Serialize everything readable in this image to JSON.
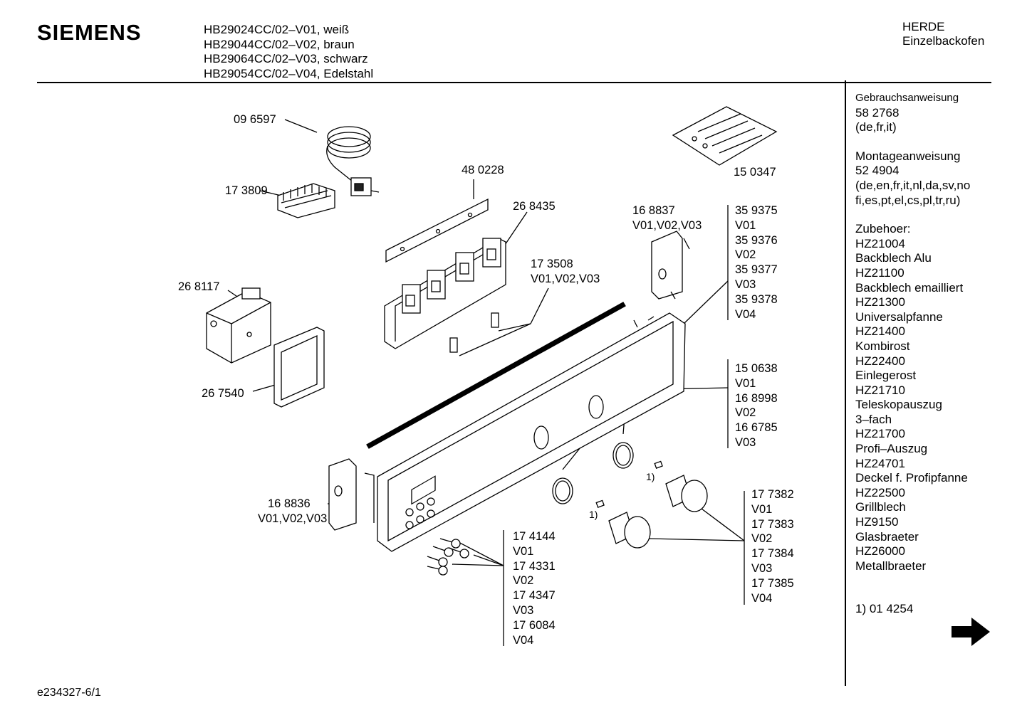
{
  "brand": "SIEMENS",
  "models": [
    "HB29024CC/02–V01, weiß",
    "HB29044CC/02–V02, braun",
    "HB29064CC/02–V03, schwarz",
    "HB29054CC/02–V04, Edelstahl"
  ],
  "category": [
    "HERDE",
    "Einzelbackofen"
  ],
  "sidebar": {
    "manual_title": "Gebrauchsanweisung",
    "manual_number": "58 2768",
    "manual_langs": "(de,fr,it)",
    "assembly_title": "Montageanweisung",
    "assembly_number": "52 4904",
    "assembly_langs_1": "(de,en,fr,it,nl,da,sv,no",
    "assembly_langs_2": "fi,es,pt,el,cs,pl,tr,ru)",
    "accessories_title": "Zubehoer:",
    "accessories": [
      "HZ21004",
      "Backblech Alu",
      "HZ21100",
      "Backblech emailliert",
      "HZ21300",
      "Universalpfanne",
      "HZ21400",
      "Kombirost",
      "HZ22400",
      "Einlegerost",
      "HZ21710",
      "Teleskopauszug",
      "3–fach",
      "HZ21700",
      "Profi–Auszug",
      "HZ24701",
      "Deckel f. Profipfanne",
      "HZ22500",
      "Grillblech",
      "HZ9150",
      "Glasbraeter",
      "HZ26000",
      "Metallbraeter"
    ],
    "footnote": "1) 01 4254"
  },
  "parts": {
    "p096597": "09 6597",
    "p173809": "17 3809",
    "p480228": "48 0228",
    "p268435": "26 8435",
    "p173508": [
      "17 3508",
      "V01,V02,V03"
    ],
    "p268117": "26 8117",
    "p267540": "26 7540",
    "p150347": "15 0347",
    "p168837": [
      "16 8837",
      "V01,V02,V03"
    ],
    "p359375": [
      "35 9375",
      "V01",
      "35 9376",
      "V02",
      "35 9377",
      "V03",
      "35 9378",
      "V04"
    ],
    "p150638": [
      "15 0638",
      "V01",
      "16 8998",
      "V02",
      "16 6785",
      "V03"
    ],
    "p168836": [
      "16 8836",
      "V01,V02,V03"
    ],
    "p174144": [
      "17 4144",
      "V01",
      "17 4331",
      "V02",
      "17 4347",
      "V03",
      "17 6084",
      "V04"
    ],
    "p177382": [
      "17 7382",
      "V01",
      "17 7383",
      "V02",
      "17 7384",
      "V03",
      "17 7385",
      "V04"
    ],
    "note_a": "1)",
    "note_b": "1)"
  },
  "footer": "e234327-6/1",
  "icons": {
    "next": "arrow-right-icon"
  }
}
